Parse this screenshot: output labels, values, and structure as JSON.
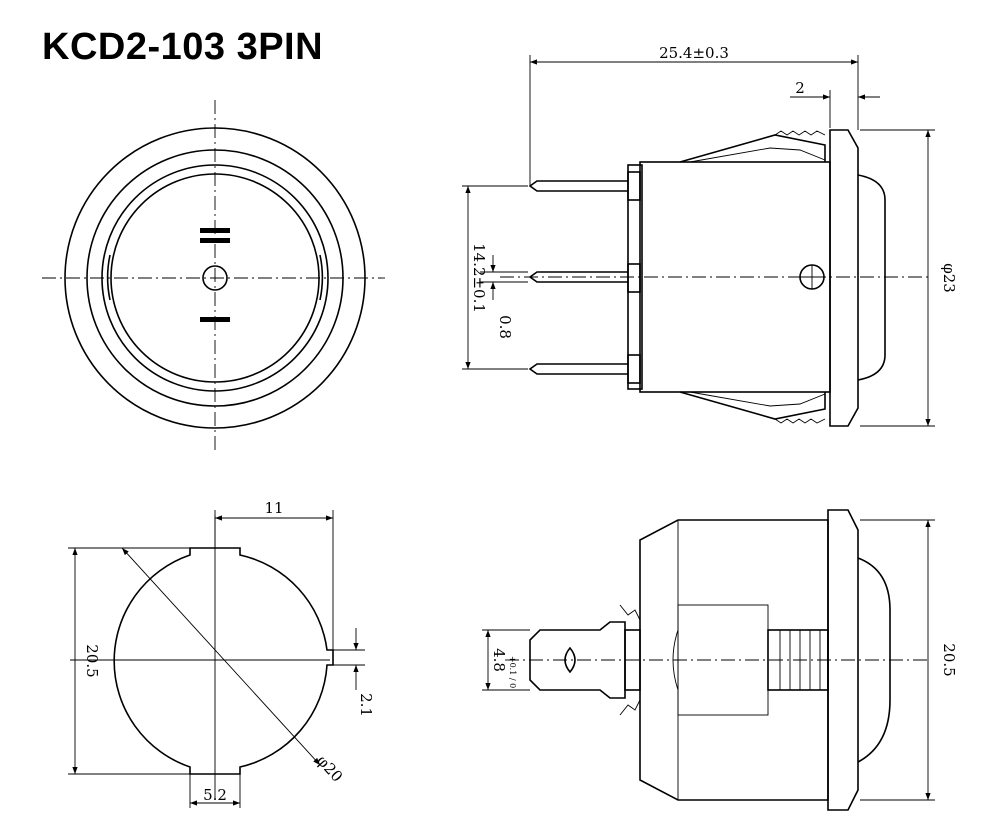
{
  "title": "KCD2-103 3PIN",
  "dimensions": {
    "overall_length": "25.4±0.3",
    "flange_thickness": "2",
    "diameter_23": "φ23",
    "pin_span": "14.2±0.1",
    "pin_thickness": "0.8",
    "hole_width": "11",
    "hole_height": "20.5",
    "notch_height": "2.1",
    "tab_width": "5.2",
    "diameter_20": "φ20",
    "terminal_width": "4.8",
    "terminal_tol": "+0.1 / 0",
    "side_height": "20.5"
  },
  "front_view": {
    "symbol_on": "=",
    "symbol_off": "-"
  }
}
